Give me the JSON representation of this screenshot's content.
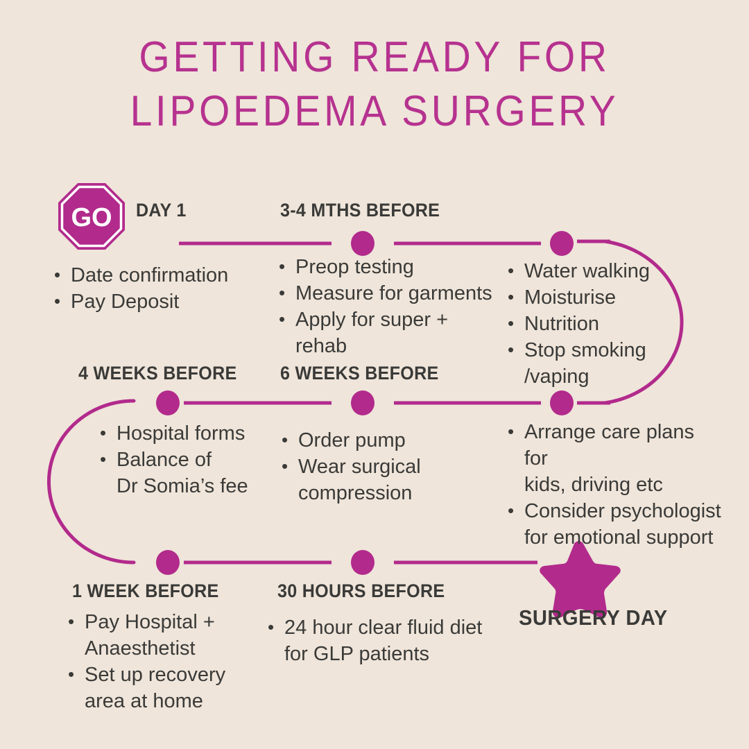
{
  "title": {
    "line1": "GETTING  READY  FOR",
    "line2": "LIPOEDEMA  SURGERY"
  },
  "colors": {
    "background": "#EFE5DA",
    "magenta": "#B22A8C",
    "title_pink": "#B6328F",
    "text_dark": "#3A3A38",
    "badge_inner_border": "#FFFFFF"
  },
  "go_badge": {
    "label": "GO",
    "shape": "octagon"
  },
  "timeline": {
    "steps": [
      {
        "id": "day1",
        "heading": "DAY 1",
        "items": [
          {
            "line1": "Date  confirmation"
          },
          {
            "line1": "Pay Deposit"
          }
        ]
      },
      {
        "id": "three-four-months",
        "heading": "3-4 MTHS BEFORE",
        "items": [
          {
            "line1": "Preop testing"
          },
          {
            "line1": "Measure for garments"
          },
          {
            "line1": "Apply for super + rehab"
          }
        ]
      },
      {
        "id": "water-walking-group",
        "heading": "",
        "items": [
          {
            "line1": "Water walking"
          },
          {
            "line1": "Moisturise"
          },
          {
            "line1": "Nutrition"
          },
          {
            "line1": "Stop smoking",
            "line2": "/vaping"
          }
        ]
      },
      {
        "id": "four-weeks",
        "heading": "4 WEEKS BEFORE",
        "items": [
          {
            "line1": "Hospital forms"
          },
          {
            "line1": "Balance of",
            "line2": "Dr Somia’s fee"
          }
        ]
      },
      {
        "id": "six-weeks",
        "heading": "6 WEEKS BEFORE",
        "items": [
          {
            "line1": "Order pump"
          },
          {
            "line1": "Wear surgical",
            "line2": "compression"
          }
        ]
      },
      {
        "id": "care-plans-group",
        "heading": "",
        "items": [
          {
            "line1": "Arrange care plans for",
            "line2": "kids, driving etc"
          },
          {
            "line1": "Consider psychologist",
            "line2": "for emotional support"
          }
        ]
      },
      {
        "id": "one-week",
        "heading": "1 WEEK BEFORE",
        "items": [
          {
            "line1": "Pay Hospital +",
            "line2": "Anaesthetist"
          },
          {
            "line1": "Set up recovery",
            "line2": "area at home"
          }
        ]
      },
      {
        "id": "thirty-hours",
        "heading": "30 HOURS BEFORE",
        "items": [
          {
            "line1": "24 hour clear fluid diet",
            "line2": "for GLP patients"
          }
        ]
      }
    ],
    "final": {
      "label": "SURGERY DAY",
      "icon": "star-icon"
    }
  }
}
